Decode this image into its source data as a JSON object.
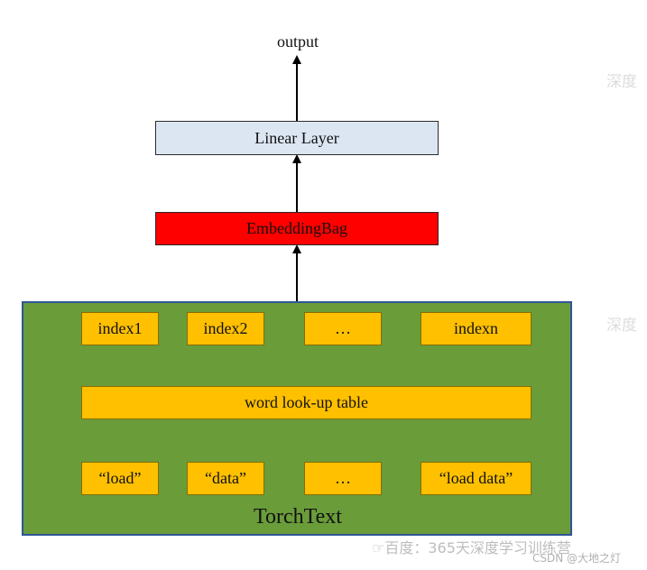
{
  "diagram": {
    "output_label": "output",
    "linear_layer_label": "Linear Layer",
    "embedding_bag_label": "EmbeddingBag",
    "torchtext_label": "TorchText",
    "lookup_table_label": "word look-up table",
    "index_boxes": [
      "index1",
      "index2",
      "…",
      "indexn"
    ],
    "word_boxes": [
      "“load”",
      "“data”",
      "…",
      "“load data”"
    ]
  },
  "watermark": {
    "side_text": "深度",
    "main_text": "☞百度：365天深度学习训练营",
    "csdn_text": "CSDN @大地之灯"
  },
  "colors": {
    "linear_layer": "#dce6f2",
    "embedding_bag": "#ff0000",
    "torchtext_panel": "#6a9c3a",
    "torchtext_border": "#2f5597",
    "token_box": "#ffc000"
  }
}
